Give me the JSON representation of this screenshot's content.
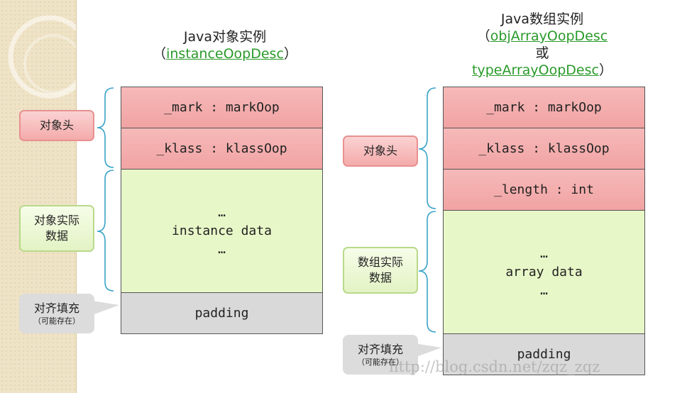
{
  "left": {
    "title": "Java对象实例",
    "paren_open": "（",
    "link": "instanceOopDesc",
    "paren_close": "）",
    "blocks": [
      "_mark : markOop",
      "_klass : klassOop",
      "…",
      "instance data",
      "…",
      "padding"
    ],
    "labels": {
      "header": "对象头",
      "data_line1": "对象实际",
      "data_line2": "数据",
      "padding": "对齐填充",
      "padding_sub": "（可能存在）"
    }
  },
  "right": {
    "title": "Java数组实例",
    "paren_open": "（",
    "link1": "objArrayOopDesc",
    "or": "或",
    "link2": "typeArrayOopDesc",
    "paren_close": "）",
    "blocks": [
      "_mark : markOop",
      "_klass : klassOop",
      "_length : int",
      "…",
      "array data",
      "…",
      "padding"
    ],
    "labels": {
      "header": "对象头",
      "data_line1": "数组实际",
      "data_line2": "数据",
      "padding": "对齐填充",
      "padding_sub": "（可能存在）"
    }
  },
  "watermark": "http://blog.csdn.net/zqz_zqz",
  "colors": {
    "header_fill": "#f1a3a3",
    "data_fill": "#e8f7c8",
    "padding_fill": "#d9d9d9",
    "link": "#2a9a2a",
    "brace": "#3aa3c9"
  }
}
